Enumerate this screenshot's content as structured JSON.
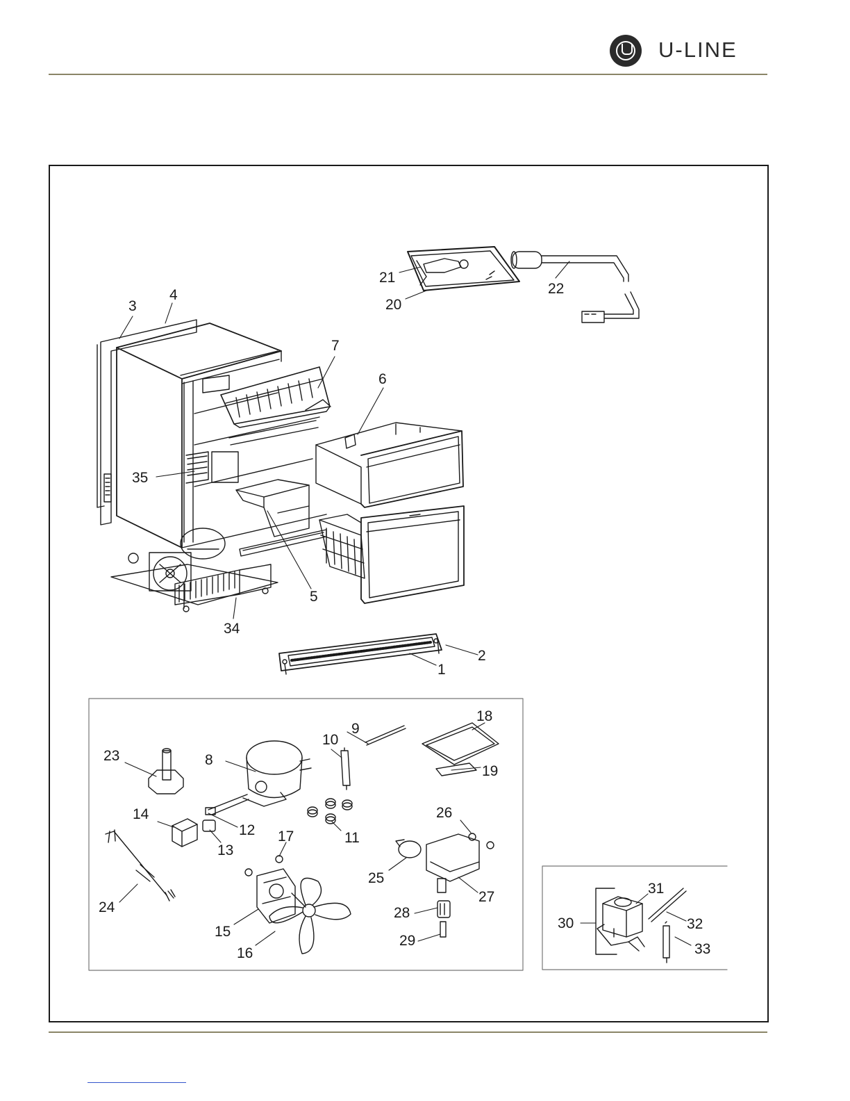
{
  "brand": {
    "logo_text": "U-LINE",
    "logo_icon": "u-line-logo-icon"
  },
  "callouts": {
    "c1": "1",
    "c2": "2",
    "c3": "3",
    "c4": "4",
    "c5": "5",
    "c6": "6",
    "c7": "7",
    "c8": "8",
    "c9": "9",
    "c10": "10",
    "c11": "11",
    "c12": "12",
    "c13": "13",
    "c14": "14",
    "c15": "15",
    "c16": "16",
    "c17": "17",
    "c18": "18",
    "c19": "19",
    "c20": "20",
    "c21": "21",
    "c22": "22",
    "c23": "23",
    "c24": "24",
    "c25": "25",
    "c26": "26",
    "c27": "27",
    "c28": "28",
    "c29": "29",
    "c30": "30",
    "c31": "31",
    "c32": "32",
    "c33": "33",
    "c34": "34",
    "c35": "35"
  },
  "colors": {
    "rule": "#8a8567",
    "ink": "#1a1a1a",
    "link": "#3355cc"
  }
}
